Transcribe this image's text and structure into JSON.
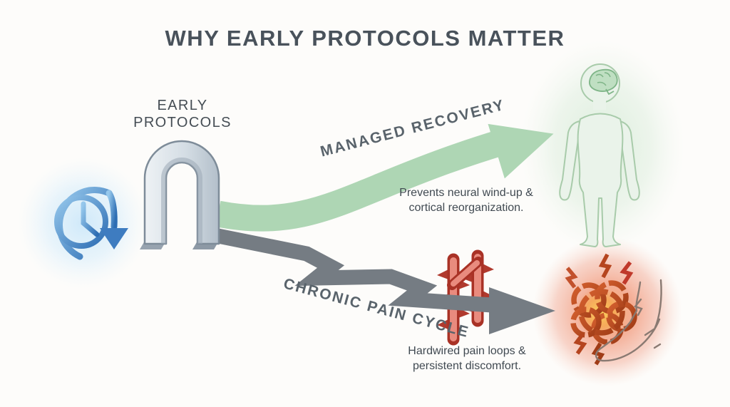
{
  "title": "WHY EARLY PROTOCOLS MATTER",
  "gate": {
    "label_line1": "EARLY",
    "label_line2": "PROTOCOLS"
  },
  "recovery_path": {
    "label": "MANAGED RECOVERY",
    "caption_line1": "Prevents neural wind-up &",
    "caption_line2": "cortical reorganization."
  },
  "pain_path": {
    "label": "CHRONIC PAIN CYCLE",
    "caption_line1": "Hardwired pain loops &",
    "caption_line2": "persistent discomfort."
  },
  "icons": {
    "clock": "clock-rewind-icon",
    "gate": "archway-icon",
    "recovery_arrow": "curved-arrow-icon",
    "pain_arrow": "zigzag-arrow-icon",
    "barrier": "thorn-barrier-icon",
    "person": "person-brain-icon",
    "brain": "brain-icon",
    "knot": "pain-knot-icon",
    "bolts": "lightning-bolt-icon",
    "foot": "foot-outline-icon"
  },
  "colors": {
    "background": "#fdfcfa",
    "title_text": "#49525b",
    "body_text": "#414a52",
    "recovery_green": "#aed6b4",
    "pain_gray": "#757c83",
    "alert_red": "#b5451f",
    "clock_blue": "#3e7cc0",
    "arch_steel": "#c3cdd6",
    "glow_blue": "#cde8f9",
    "glow_green": "#dceedd",
    "glow_red": "#f5ae96"
  }
}
